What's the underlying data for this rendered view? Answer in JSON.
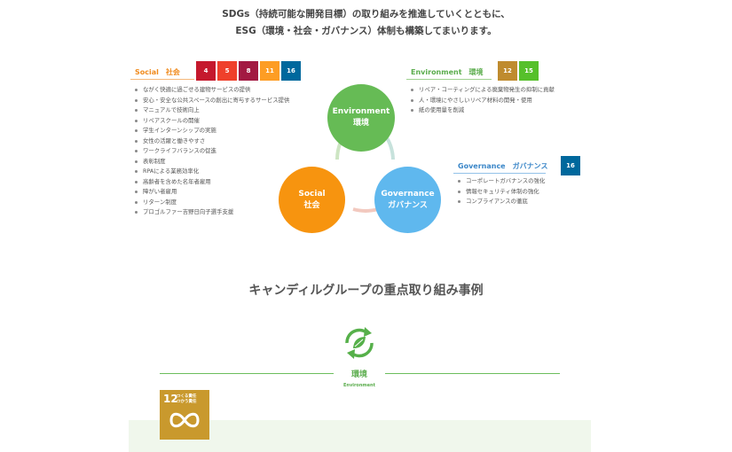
{
  "intro": {
    "line1": "SDGs（持続可能な開発目標）の取り組みを推進していくとともに、",
    "line2": "ESG（環境・社会・ガバナンス）体制も構築してまいります。"
  },
  "social": {
    "heading": "Social　社会",
    "sdg_icons": [
      {
        "label": "4",
        "color": "#c5192d"
      },
      {
        "label": "5",
        "color": "#ef402b"
      },
      {
        "label": "8",
        "color": "#a21942"
      },
      {
        "label": "11",
        "color": "#fd9d24"
      },
      {
        "label": "16",
        "color": "#00689d"
      }
    ],
    "items": [
      "ながく快適に過ごせる建物サービスの提供",
      "安心・安全な公共スペースの創出に寄与するサービス提供",
      "マニュアルで技術向上",
      "リペアスクールの開催",
      "学生インターンシップの実施",
      "女性の活躍と働きやすさ",
      "ワークライフバランスの促進",
      "表彰制度",
      "RPAによる業務効率化",
      "高齢者を含めた名年者雇用",
      "障がい者雇用",
      "リターン制度",
      "プロゴルファー吉野日向子選手支援"
    ]
  },
  "environment": {
    "heading": "Environment　環境",
    "sdg_icons": [
      {
        "label": "12",
        "color": "#bf8b2e"
      },
      {
        "label": "15",
        "color": "#56c02b"
      }
    ],
    "items": [
      "リペア・コーティングによる廃棄物発生の抑制に貢献",
      "人・環境にやさしいリペア材料の開発・使用",
      "紙の使用量を削減"
    ]
  },
  "governance": {
    "heading": "Governance　ガバナンス",
    "sdg_icons": [
      {
        "label": "16",
        "color": "#00689d"
      }
    ],
    "items": [
      "コーポレートガバナンスの強化",
      "情報セキュリティ体制の強化",
      "コンプライアンスの徹底"
    ]
  },
  "diagram": {
    "env_en": "Environment",
    "env_jp": "環境",
    "social_en": "Social",
    "social_jp": "社会",
    "gov_en": "Governance",
    "gov_jp": "ガバナンス"
  },
  "focus": {
    "title": "キャンディルグループの重点取り組み事例",
    "category_jp": "環境",
    "category_en": "Environment",
    "sdg12": {
      "number": "12",
      "text_line1": "つくる責任",
      "text_line2": "つかう責任",
      "color": "#c9992d"
    }
  }
}
